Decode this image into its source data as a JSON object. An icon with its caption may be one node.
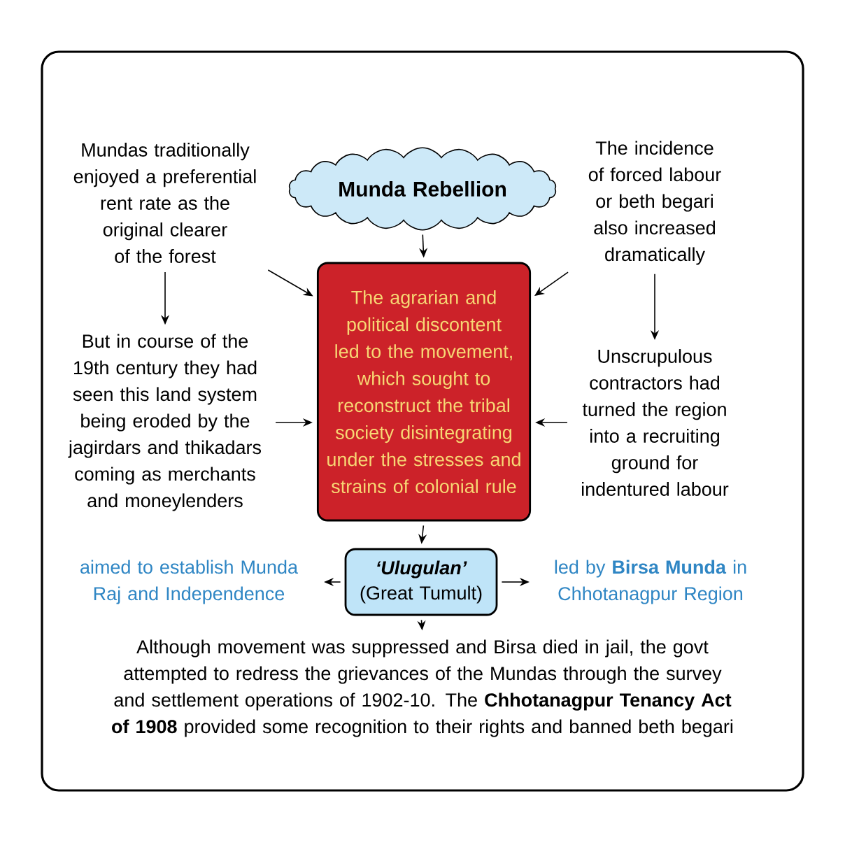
{
  "diagram": {
    "nodes": [
      {
        "text": [
          "Munda Rebellion"
        ]
      },
      {
        "text": [
          "Mundas traditionally enjoyed a preferential rent rate as the original clearer of the forest"
        ]
      },
      {
        "text": [
          "The incidence of forced labour or beth begari also increased dramatically"
        ]
      },
      {
        "text": [
          "The agrarian and political discontent led to the movement, which sought to reconstruct the tribal society disintegrating under the stresses and strains of colonial rule"
        ]
      },
      {
        "text": [
          "But in course of the 19th century they had seen this land system being eroded by the jagirdars and thikadars coming as merchants and moneylenders"
        ]
      },
      {
        "text": [
          "Unscrupulous contractors had turned the region into a recruiting ground for indentured labour"
        ]
      },
      {
        "text": [
          "‘Ulugulan’",
          "(Great Tumult)"
        ]
      },
      {
        "text": [
          "aimed to establish Munda Raj and Independence"
        ]
      },
      {
        "text": [
          "led by **Birsa Munda** in Chhotanagpur Region"
        ]
      },
      {
        "text": [
          "Although movement was suppressed and Birsa died in jail, the govt attempted to redress the grievances of the Mundas through the survey and settlement operations of 1902-10. The **Chhotanagpur Tenancy Act of 1908** provided some recognition to their rights and banned beth begari"
        ]
      }
    ],
    "edges": [
      {
        "from": 0,
        "to": 3,
        "arrow": "to"
      },
      {
        "from": 1,
        "to": 3,
        "arrow": "to"
      },
      {
        "from": 2,
        "to": 3,
        "arrow": "to"
      },
      {
        "from": 1,
        "to": 4,
        "arrow": "to"
      },
      {
        "from": 2,
        "to": 5,
        "arrow": "to"
      },
      {
        "from": 4,
        "to": 3,
        "arrow": "to"
      },
      {
        "from": 5,
        "to": 3,
        "arrow": "to"
      },
      {
        "from": 3,
        "to": 6,
        "arrow": "to"
      },
      {
        "from": 6,
        "to": 7,
        "arrow": "to"
      },
      {
        "from": 6,
        "to": 8,
        "arrow": "to"
      },
      {
        "from": 6,
        "to": 9,
        "arrow": "to"
      }
    ]
  }
}
